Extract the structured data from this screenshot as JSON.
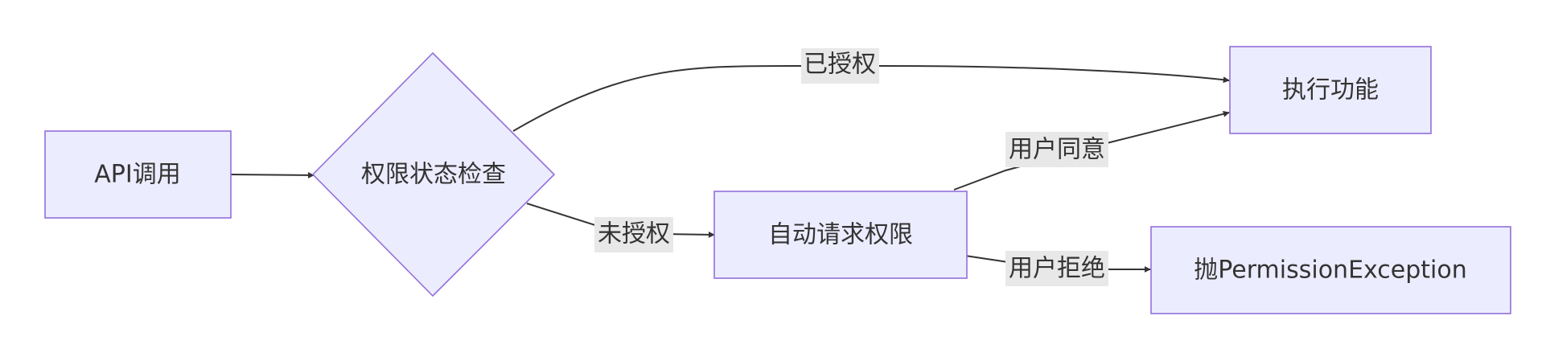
{
  "diagram": {
    "nodes": {
      "api_call": {
        "label": "API调用"
      },
      "permission_check": {
        "label": "权限状态检查"
      },
      "execute": {
        "label": "执行功能"
      },
      "auto_request": {
        "label": "自动请求权限"
      },
      "throw_exception": {
        "label": "抛PermissionException"
      }
    },
    "edges": {
      "authorized": {
        "label": "已授权"
      },
      "unauthorized": {
        "label": "未授权"
      },
      "user_agree": {
        "label": "用户同意"
      },
      "user_reject": {
        "label": "用户拒绝"
      }
    }
  },
  "colors": {
    "node_fill": "#ECECFF",
    "node_stroke": "#9370DB",
    "edge_stroke": "#333333",
    "label_bg": "#E8E8E8",
    "text": "#333333"
  }
}
